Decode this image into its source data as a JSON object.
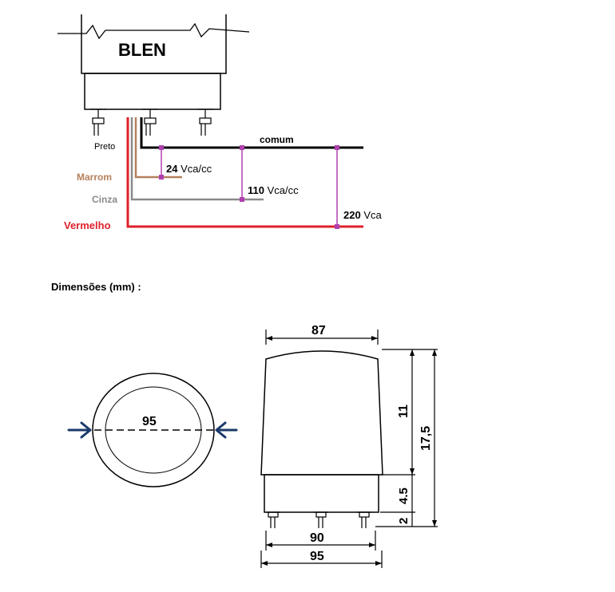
{
  "wiring": {
    "brand": "BLEN",
    "wire_labels": {
      "black": "Preto",
      "brown": "Marrom",
      "gray": "Cinza",
      "red": "Vermelho"
    },
    "common_label": "comum",
    "voltage_24_num": "24",
    "voltage_24_unit": " Vca/cc",
    "voltage_110_num": "110",
    "voltage_110_unit": " Vca/cc",
    "voltage_220_num": "220",
    "voltage_220_unit": " Vca",
    "colors": {
      "black": "#000000",
      "brown": "#b5805a",
      "gray": "#8a8a8a",
      "red": "#e0202a",
      "tap": "#b040b0",
      "arrow": "#1a3a6a"
    }
  },
  "dimensions": {
    "title": "Dimensões (mm) :",
    "diameter_label": "95",
    "top_width_label": "87",
    "upper_height_label": "11",
    "total_height_label": "17,5",
    "base_height_label": "4.5",
    "pin_length_label": "2",
    "base_width_label": "90",
    "bottom_width_label": "95"
  }
}
